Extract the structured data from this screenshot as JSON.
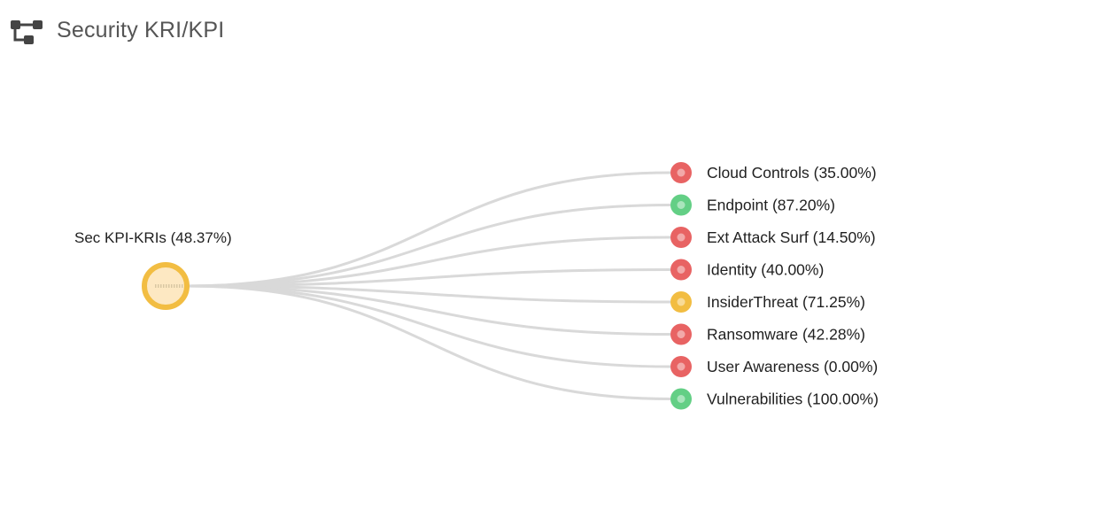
{
  "header": {
    "title": "Security KRI/KPI",
    "icon": "hierarchy-icon"
  },
  "colors": {
    "red": "#e86363",
    "green": "#63cf85",
    "yellow": "#f2bd42",
    "root_fill": "#fde8c2",
    "link": "#d9d9d9"
  },
  "tree": {
    "root": {
      "label": "Sec KPI-KRIs (48.37%)",
      "status": "yellow"
    },
    "children": [
      {
        "label": "Cloud Controls (35.00%)",
        "status": "red"
      },
      {
        "label": "Endpoint (87.20%)",
        "status": "green"
      },
      {
        "label": "Ext Attack Surf (14.50%)",
        "status": "red"
      },
      {
        "label": "Identity (40.00%)",
        "status": "red"
      },
      {
        "label": "InsiderThreat (71.25%)",
        "status": "yellow"
      },
      {
        "label": "Ransomware (42.28%)",
        "status": "red"
      },
      {
        "label": "User Awareness (0.00%)",
        "status": "red"
      },
      {
        "label": "Vulnerabilities (100.00%)",
        "status": "green"
      }
    ]
  }
}
